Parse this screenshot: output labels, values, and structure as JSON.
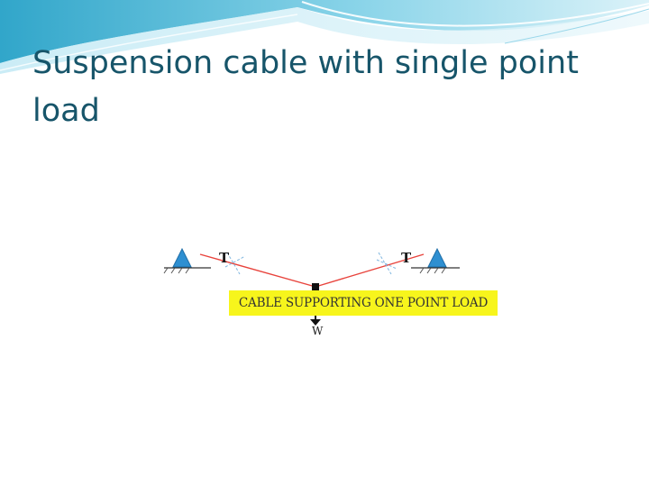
{
  "slide": {
    "title": "Suspension cable with single point load"
  },
  "figure": {
    "caption": "CABLE SUPPORTING ONE POINT LOAD",
    "tension_left_label": "T",
    "tension_right_label": "T",
    "load_label": "W"
  },
  "colors": {
    "title": "#17556a",
    "cable": "#e8433c",
    "support": "#2e8fd1",
    "caption_background": "#f7f51c",
    "swoosh_dark": "#1a9cc4",
    "swoosh_light": "#a5deef"
  }
}
